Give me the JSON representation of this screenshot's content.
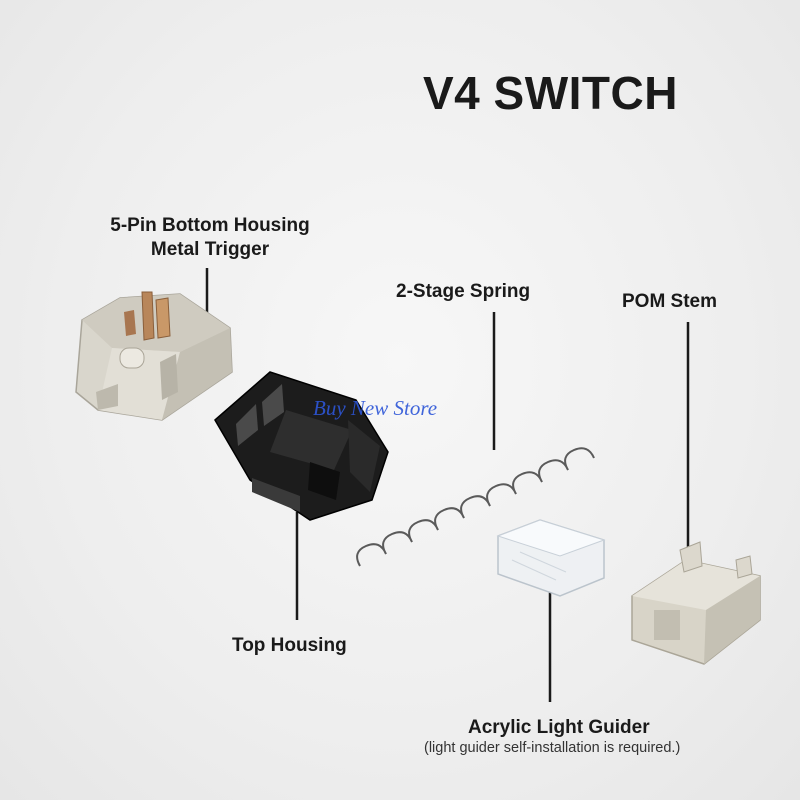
{
  "title": "V4 SWITCH",
  "labels": {
    "bottom_housing_line1": "5-Pin Bottom Housing",
    "bottom_housing_line2": "Metal Trigger",
    "spring": "2-Stage Spring",
    "stem": "POM Stem",
    "top_housing": "Top Housing",
    "light_guider": "Acrylic Light Guider",
    "light_guider_note": "(light guider self-installation is required.)"
  },
  "watermark": "Buy New Store",
  "colors": {
    "text": "#1a1a1a",
    "bottom_housing": "#d9d6cc",
    "top_housing": "#1c1c1c",
    "metal": "#b8865a",
    "spring": "#5a5a5a",
    "stem": "#d8d4c8",
    "watermark": "#2d56d8"
  }
}
